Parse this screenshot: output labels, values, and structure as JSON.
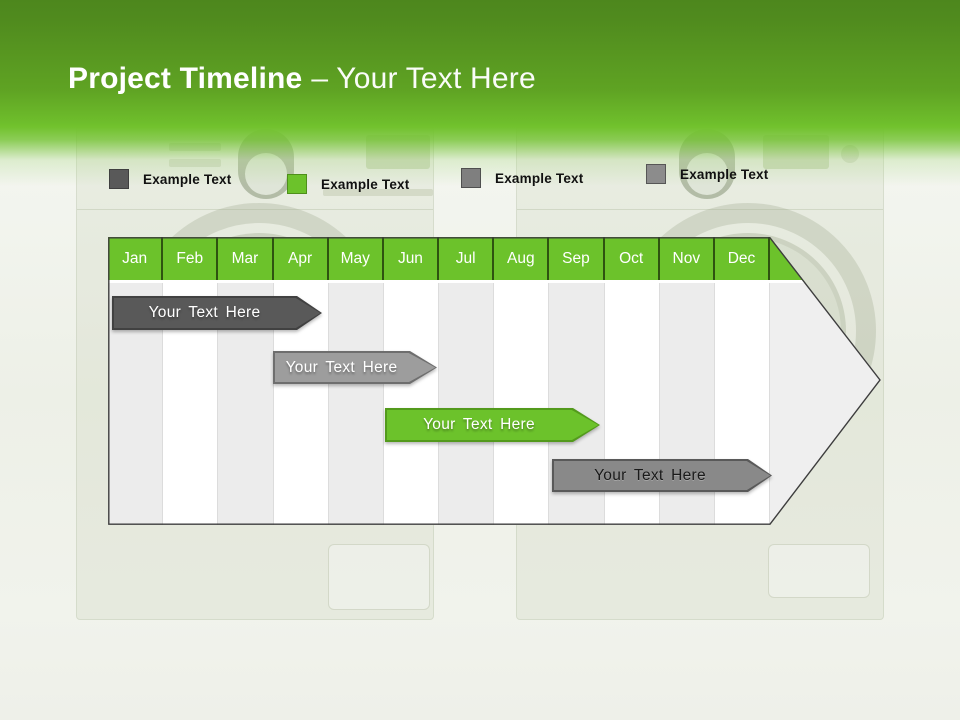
{
  "title": {
    "bold": "Project Timeline",
    "light": "– Your Text Here"
  },
  "legend": {
    "items": [
      {
        "label": "Example Text",
        "color": "#595959",
        "border": "#3f3f3f"
      },
      {
        "label": "Example Text",
        "color": "#6cc22b",
        "border": "#4e8f1b"
      },
      {
        "label": "Example Text",
        "color": "#7f7f7f",
        "border": "#4f4f4f"
      },
      {
        "label": "Example Text",
        "color": "#8c8c8c",
        "border": "#565656"
      }
    ]
  },
  "chart_data": {
    "type": "gantt",
    "title": "Project Timeline – Your Text Here",
    "categories": [
      "Jan",
      "Feb",
      "Mar",
      "Apr",
      "May",
      "Jun",
      "Jul",
      "Aug",
      "Sep",
      "Oct",
      "Nov",
      "Dec"
    ],
    "axis": "months Jan–Dec, single year, no numeric scale shown",
    "legend_position": "top",
    "header_color": "#6cc22b",
    "bars": [
      {
        "label": "Your Text Here",
        "row": 1,
        "start_month": 0.1,
        "end_month": 3.9,
        "span": "Jan–Apr",
        "fill": "#595959",
        "border": "#414141",
        "text_color": "#ffffff"
      },
      {
        "label": "Your Text Here",
        "row": 2,
        "start_month": 3.0,
        "end_month": 6.0,
        "span": "Apr–Jun",
        "fill": "#9d9d9d",
        "border": "#6e6e6e",
        "text_color": "#ffffff"
      },
      {
        "label": "Your Text Here",
        "row": 3,
        "start_month": 5.0,
        "end_month": 8.9,
        "span": "Jun–Sep",
        "fill": "#6cc22b",
        "border": "#539a1c",
        "text_color": "#ffffff"
      },
      {
        "label": "Your Text Here",
        "row": 4,
        "start_month": 8.1,
        "end_month": 12.0,
        "span": "Sep–Dec",
        "fill": "#898989",
        "border": "#595959",
        "text_color": "#1a1a1a"
      }
    ]
  }
}
